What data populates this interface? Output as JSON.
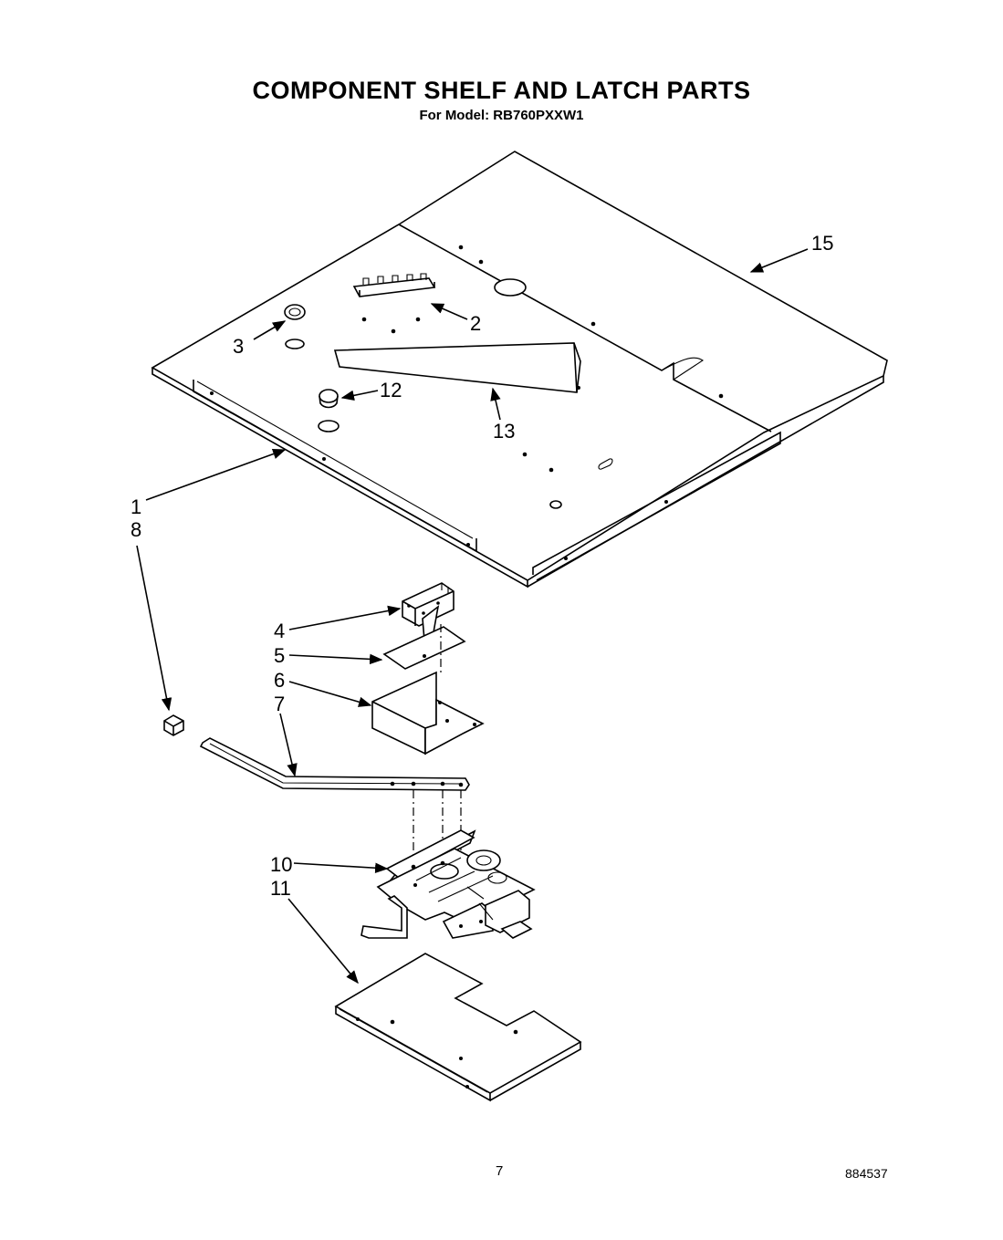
{
  "header": {
    "title": "COMPONENT SHELF AND LATCH PARTS",
    "subtitle": "For Model: RB760PXXW1"
  },
  "callouts": [
    {
      "id": "1",
      "label": "1"
    },
    {
      "id": "2",
      "label": "2"
    },
    {
      "id": "3",
      "label": "3"
    },
    {
      "id": "4",
      "label": "4"
    },
    {
      "id": "5",
      "label": "5"
    },
    {
      "id": "6",
      "label": "6"
    },
    {
      "id": "7",
      "label": "7"
    },
    {
      "id": "8",
      "label": "8"
    },
    {
      "id": "10",
      "label": "10"
    },
    {
      "id": "11",
      "label": "11"
    },
    {
      "id": "12",
      "label": "12"
    },
    {
      "id": "13",
      "label": "13"
    },
    {
      "id": "15",
      "label": "15"
    }
  ],
  "footer": {
    "page_number": "7",
    "document_number": "884537"
  }
}
